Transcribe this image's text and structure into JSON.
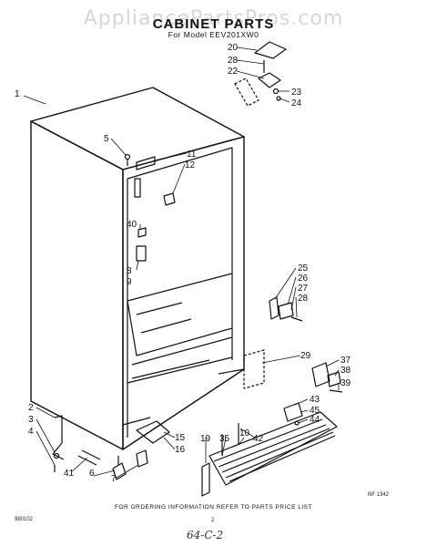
{
  "watermark": "AppliancePartsPros.com",
  "title": "CABINET PARTS",
  "subtitle": "For Model EEV201XW0",
  "footer": "FOR ORDERING INFORMATION REFER TO PARTS PRICE LIST",
  "code_left": "980102",
  "page_number": "2",
  "code_right": "NF 1342",
  "handwritten": "64-C-2",
  "callouts": [
    "1",
    "2",
    "3",
    "4",
    "5",
    "6",
    "7",
    "8",
    "9",
    "10",
    "11",
    "12",
    "15",
    "16",
    "19",
    "20",
    "22",
    "23",
    "24",
    "25",
    "26",
    "27",
    "28",
    "28",
    "29",
    "35",
    "37",
    "38",
    "39",
    "40",
    "41",
    "42",
    "43",
    "44",
    "45"
  ],
  "colors": {
    "line": "#111111",
    "watermark": "#969696"
  }
}
